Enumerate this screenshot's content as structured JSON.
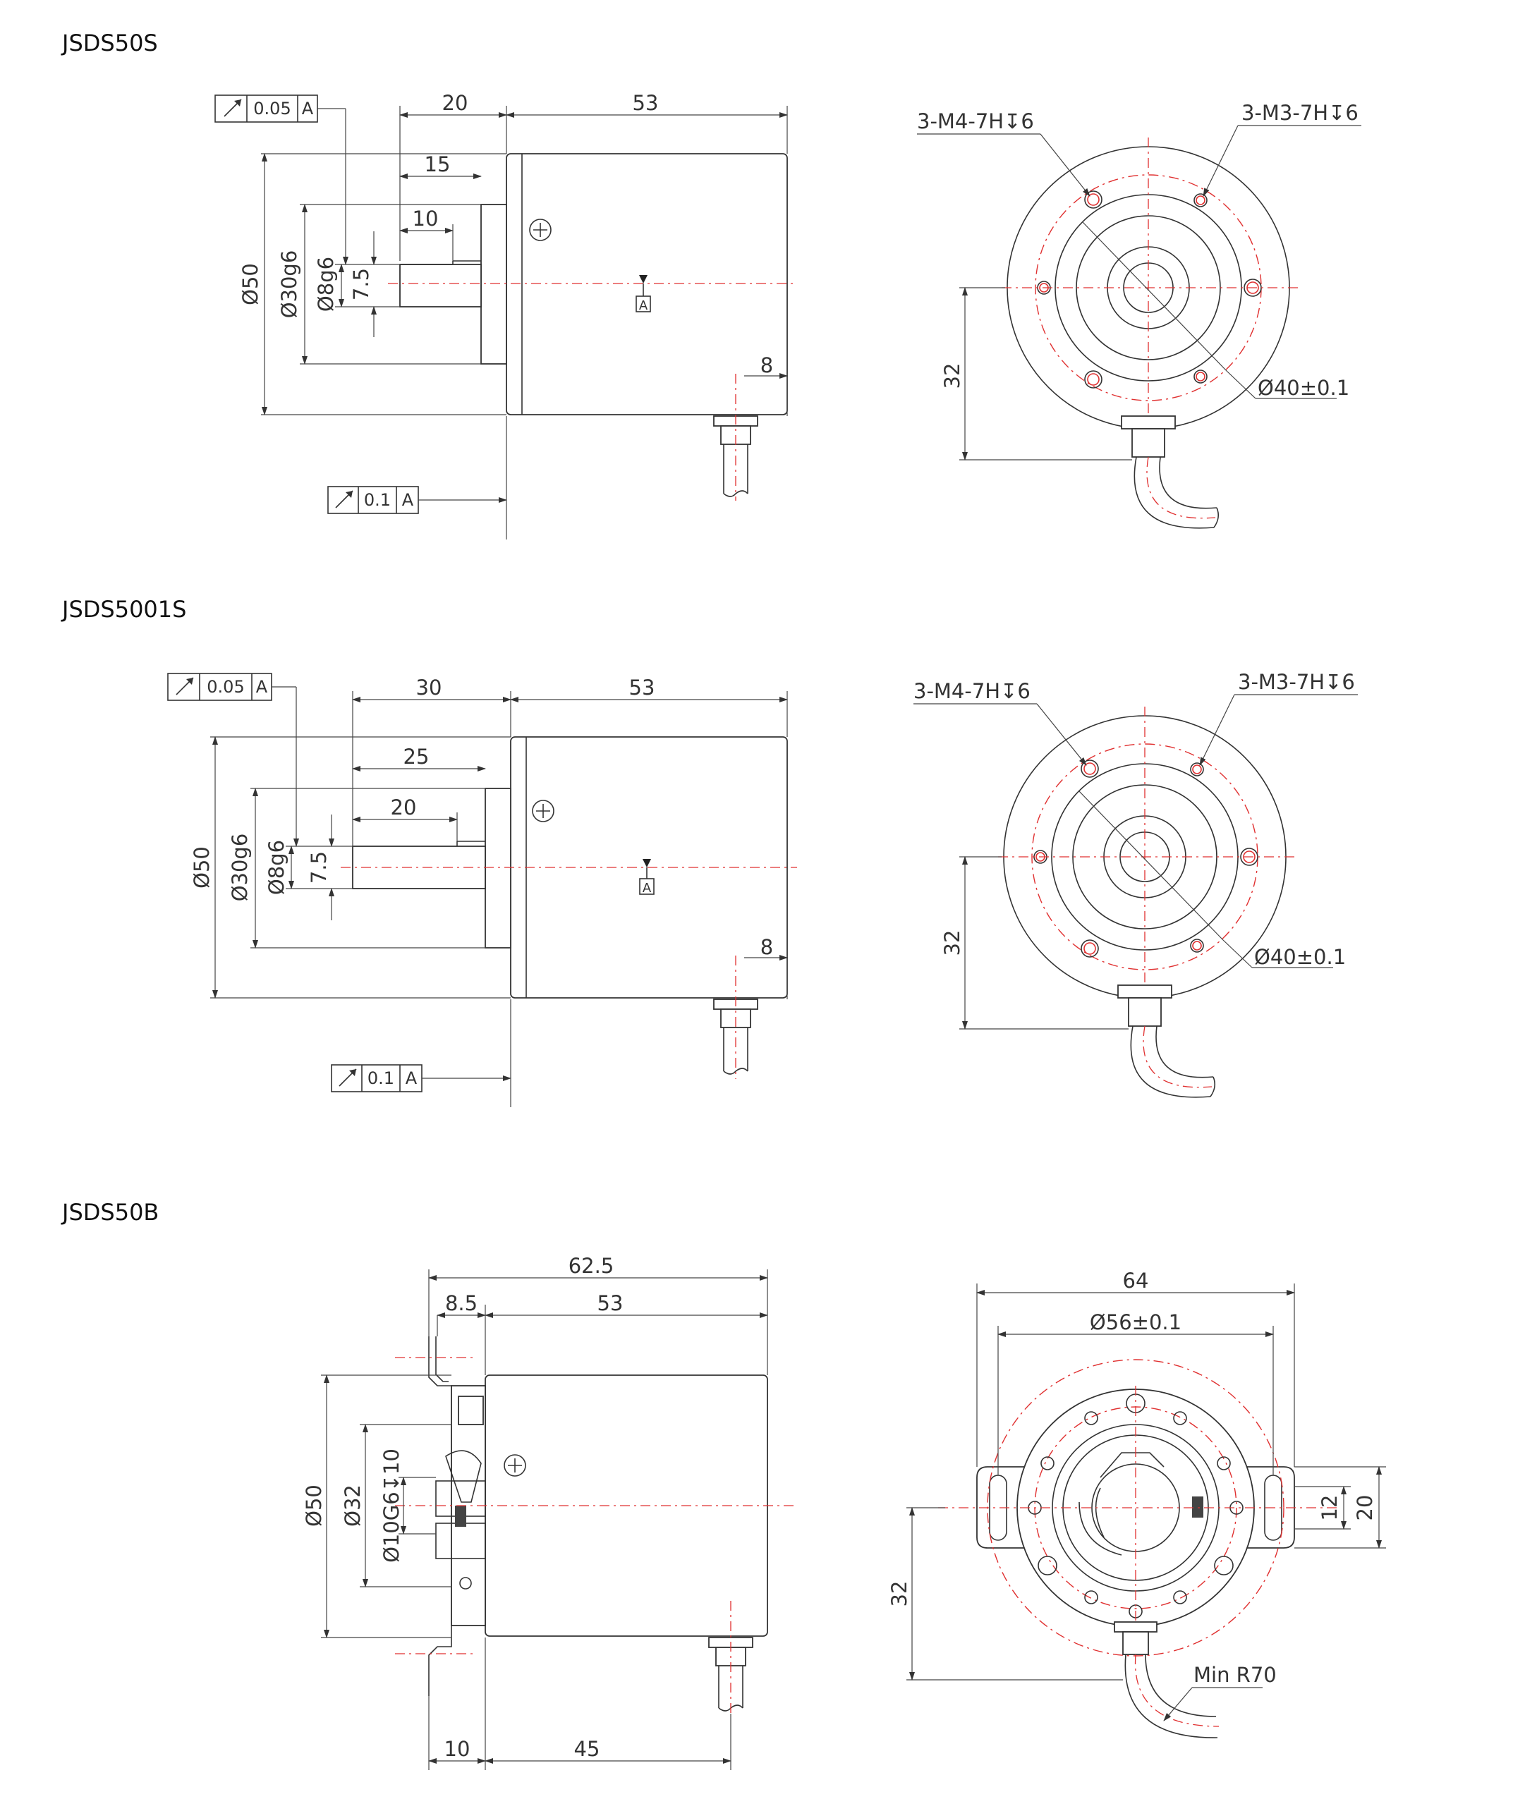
{
  "drawings": [
    {
      "title": "JSDS50S",
      "side": {
        "runout_top": {
          "value": "0.05",
          "datum": "A"
        },
        "runout_bottom": {
          "value": "0.1",
          "datum": "A"
        },
        "dims": {
          "shaft_total": "20",
          "body_len": "53",
          "d1": "15",
          "d2": "10",
          "dia_body": "Ø50",
          "dia_spigot": "Ø30g6",
          "dia_shaft": "Ø8g6",
          "flat": "7.5",
          "cable_off": "8"
        },
        "datum_label": "A"
      },
      "front": {
        "hole_a": "3-M4-7H↧6",
        "hole_b": "3-M3-7H↧6",
        "pcd": "Ø40±0.1",
        "height": "32"
      }
    },
    {
      "title": "JSDS5001S",
      "side": {
        "runout_top": {
          "value": "0.05",
          "datum": "A"
        },
        "runout_bottom": {
          "value": "0.1",
          "datum": "A"
        },
        "dims": {
          "shaft_total": "30",
          "body_len": "53",
          "d1": "25",
          "d2": "20",
          "dia_body": "Ø50",
          "dia_spigot": "Ø30g6",
          "dia_shaft": "Ø8g6",
          "flat": "7.5",
          "cable_off": "8"
        },
        "datum_label": "A"
      },
      "front": {
        "hole_a": "3-M4-7H↧6",
        "hole_b": "3-M3-7H↧6",
        "pcd": "Ø40±0.1",
        "height": "32"
      }
    },
    {
      "title": "JSDS50B",
      "side": {
        "dims": {
          "total": "62.5",
          "flange": "8.5",
          "body_len": "53",
          "dia_body": "Ø50",
          "dia_32": "Ø32",
          "bore": "Ø10G6↧10",
          "bot_a": "10",
          "bot_b": "45"
        }
      },
      "front": {
        "width": "64",
        "pcd": "Ø56±0.1",
        "slot": "12",
        "slot_h": "20",
        "height": "32",
        "radius": "Min R70"
      }
    }
  ]
}
